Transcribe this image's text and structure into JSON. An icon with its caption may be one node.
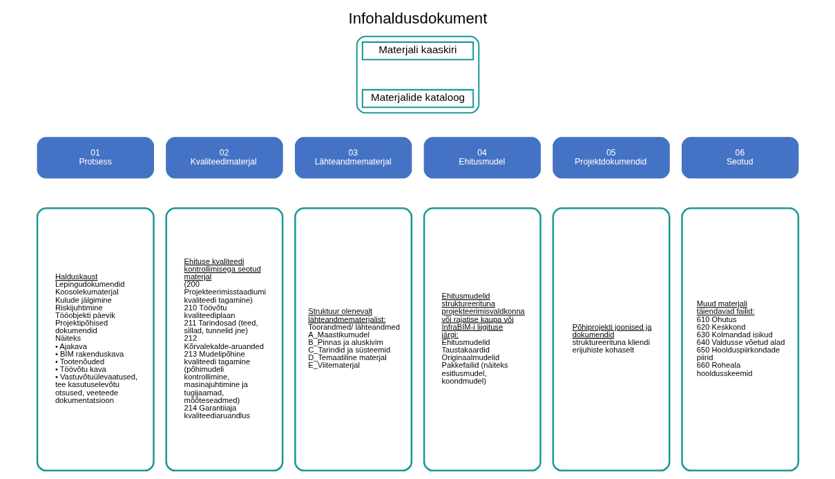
{
  "diagram": {
    "title": "Infohaldusdokument",
    "nodes": [
      {
        "text": [],
        "shape": "box"
      },
      {
        "text": [
          "Materjali kaaskiri"
        ],
        "in": 0
      },
      {
        "text": [
          "Materjalide kataloog"
        ],
        "in": 0
      },
      {
        "text": [
          "01",
          "Protsess"
        ]
      },
      {
        "text": [
          "Halduskaust",
          "Lepingudokumendid",
          "Koosolekumaterjal",
          "Kulude jälgimine",
          "Riskijuhtimine",
          "Tööobjekti päevik",
          "Projektipõhised dokumendid",
          "Näiteks",
          "• Ajakava",
          "• BIM rakenduskava",
          "• Tootenõuded",
          "• Töövõtu kava",
          "• Vastuvõtuülevaatused, tee kasutuselevõtu otsused, veeteede dokumentatsioon"
        ]
      },
      {
        "text": [
          "02",
          "Kvaliteedimaterjal"
        ]
      },
      {
        "text": [
          "Ehituse kvaliteedi kontrollimisega seotud materjal",
          "(200 Projekteerimisstaadiumi kvaliteedi tagamine)",
          "210 Töövõtu kvaliteediplaan",
          "211 Tarindosad (teed, sillad, tunnelid jne)",
          "212 Kõrvalekalde-aruanded",
          "213 Mudelipõhine kvaliteedi tagamine (põhimudeli kontrollimine, masinajuhtimine ja tugijaamad, mõõteseadmed)",
          "214 Garantiiaja kvaliteediaruandlus"
        ]
      },
      {
        "text": [
          "03",
          "Lähteandmematerjal"
        ]
      },
      {
        "text": [
          "Struktuur olenevalt lähteandmematerjalist:",
          "Toorandmed/ lähteandmed",
          "A_Maastikumudel",
          "B_Pinnas ja aluskivim",
          "C_Tarindid ja süsteemid",
          "D_Temaatiline materjal",
          "E_Viitematerjal"
        ]
      },
      {
        "text": [
          "04",
          "Ehitusmudel"
        ]
      },
      {
        "text": [
          "Ehitusmudelid struktureerituna projekteerimisvaldkonna või rajatise kaupa või InfraBIM-i liigituse järgi:",
          "Ehitusmudelid",
          "Taustakaardid",
          "Originaalmudelid",
          "Pakkefailid (näiteks esitlusmudel, koondmudel)"
        ]
      },
      {
        "text": [
          "05",
          "Projektdokumendid"
        ]
      },
      {
        "text": [
          "Põhiprojekti joonised ja dokumendid",
          "struktureerituna kliendi erijuhiste kohaselt"
        ]
      },
      {
        "text": [
          "06",
          "Seotud"
        ]
      },
      {
        "text": [
          "Muud materjali täiendavad failid:",
          "610 Ohutus",
          "620 Keskkond",
          "630 Kolmandad isikud",
          "640 Valdusse võetud alad",
          "650 Hoolduspiirkondade piirid",
          "660 Roheala hooldusskeemid"
        ]
      }
    ],
    "edges": []
  }
}
